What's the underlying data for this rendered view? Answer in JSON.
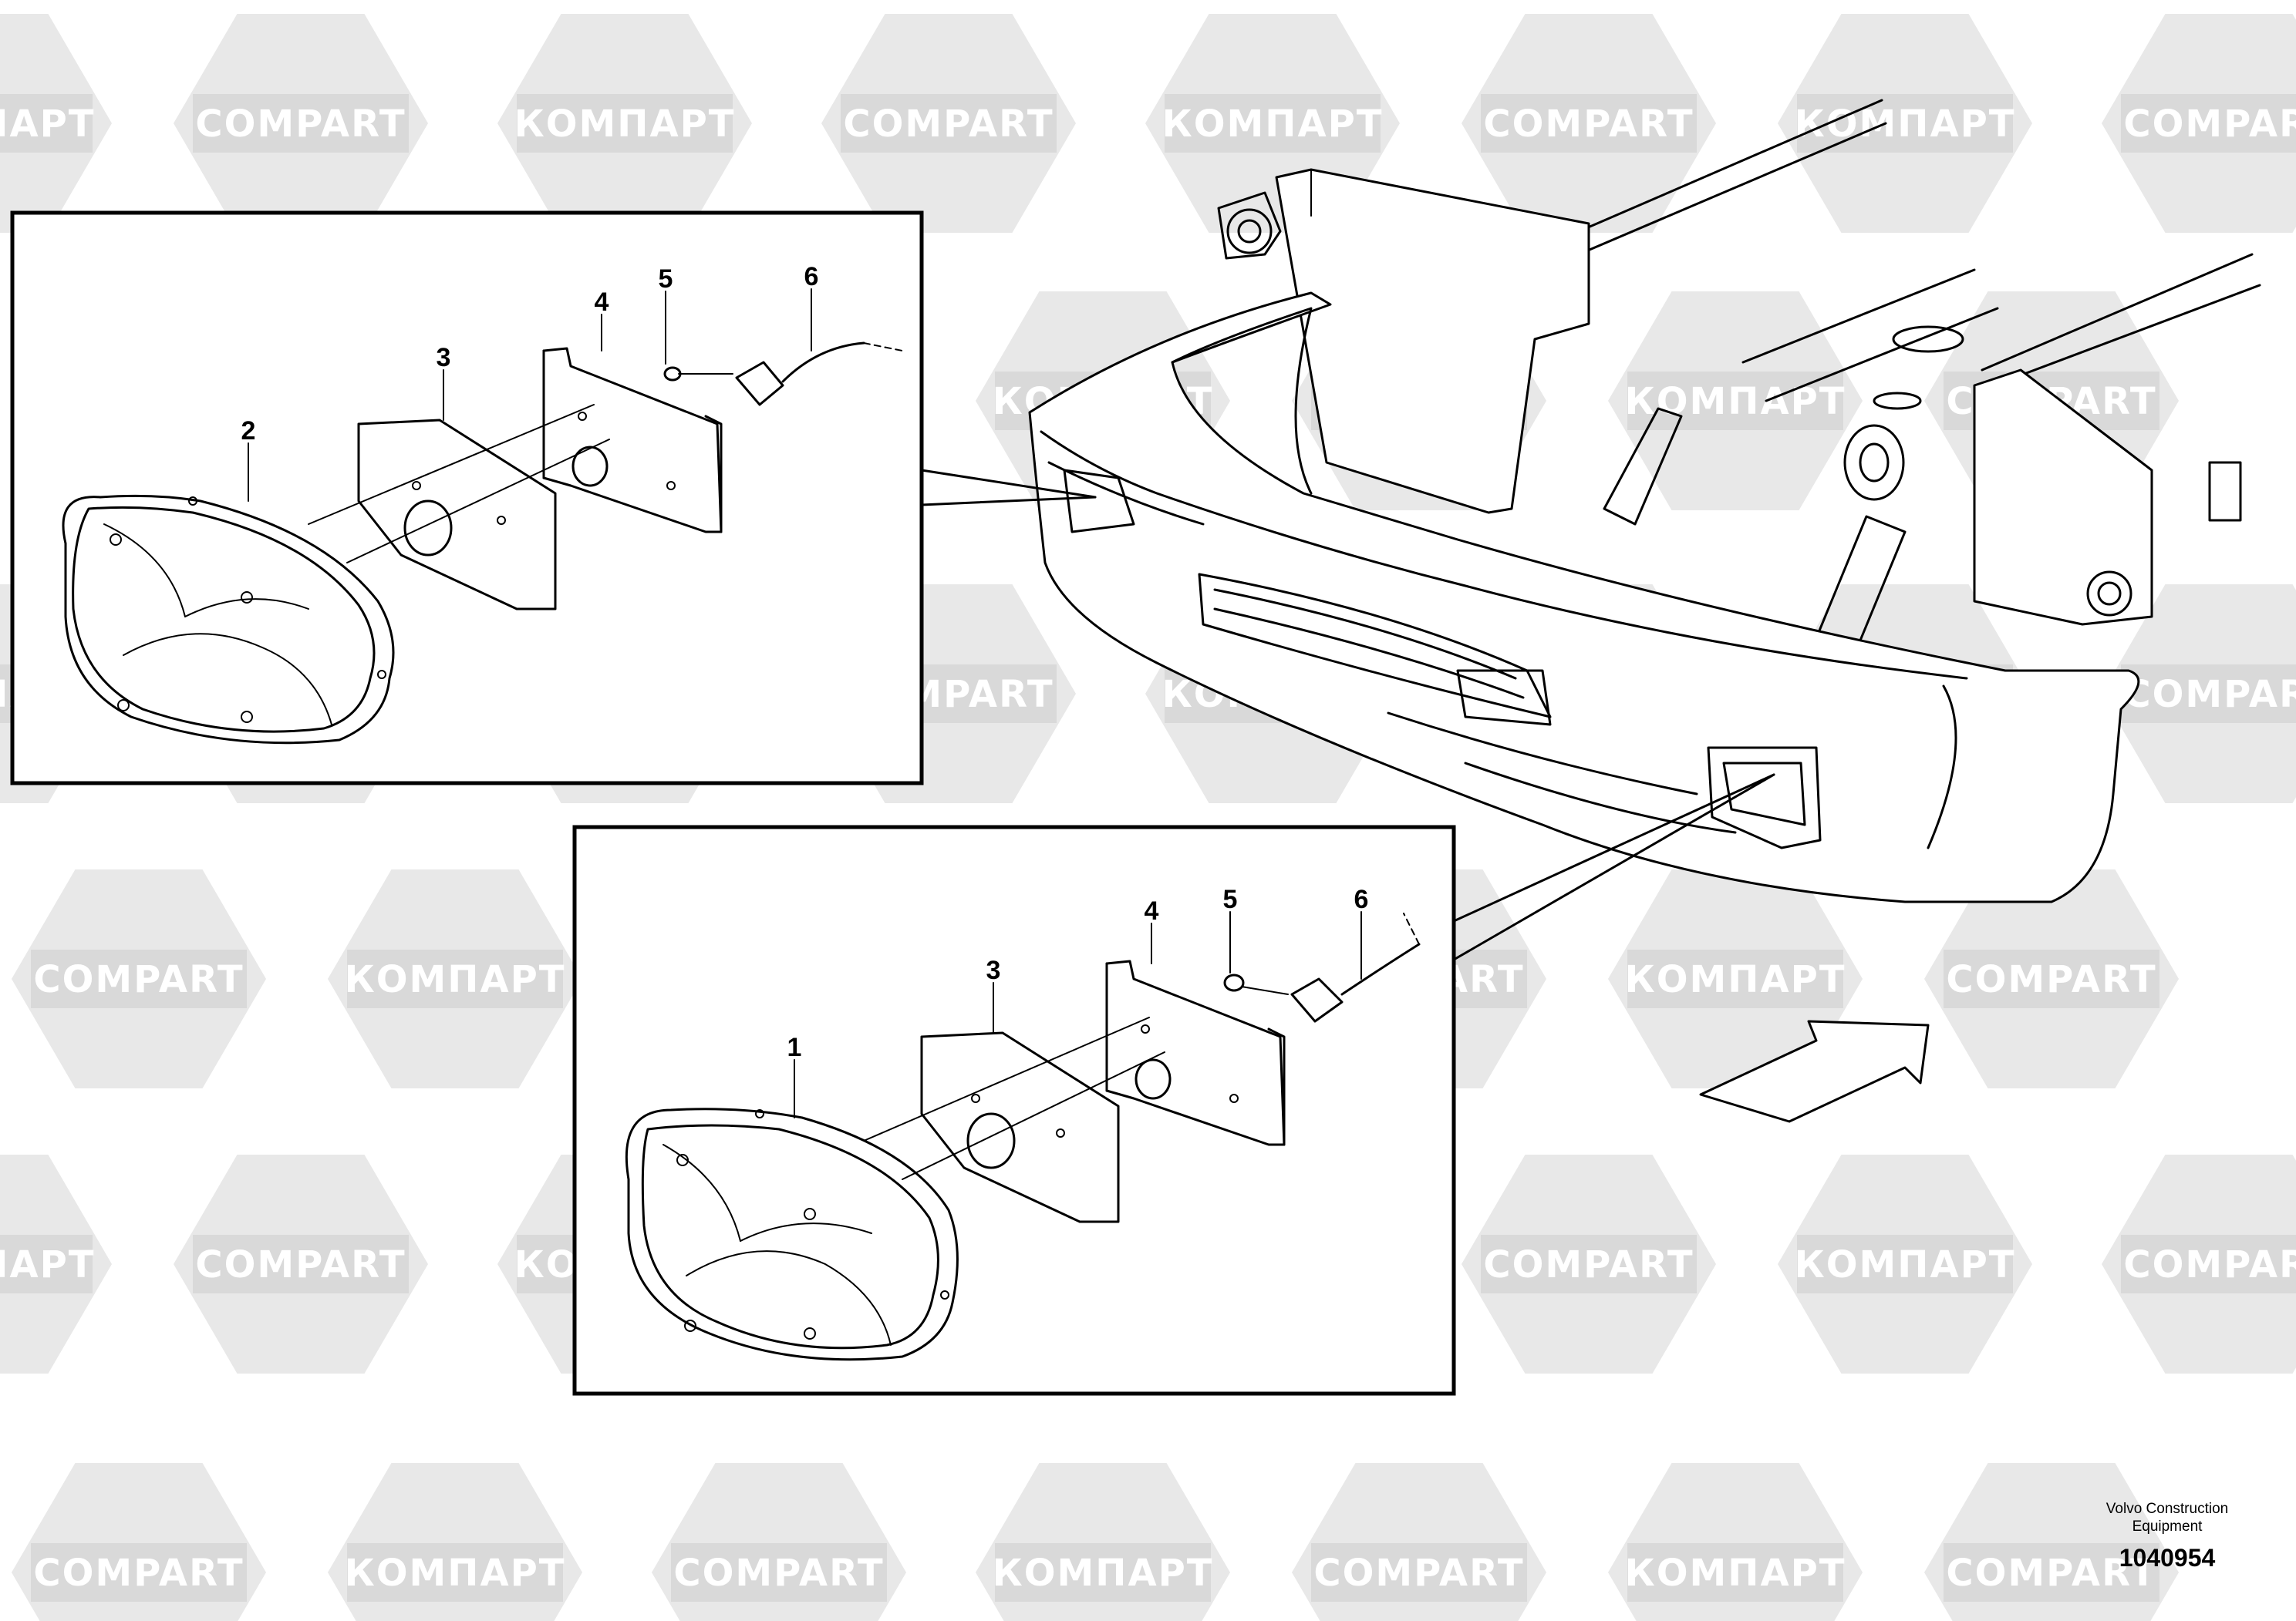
{
  "watermark": {
    "text_latin": "COMPART",
    "text_cyrillic": "КОМПАРТ",
    "color": "#e8e8e8"
  },
  "callouts": {
    "upper": [
      "2",
      "3",
      "4",
      "5",
      "6"
    ],
    "lower": [
      "1",
      "3",
      "4",
      "5",
      "6"
    ]
  },
  "footer": {
    "brand_line1": "Volvo Construction",
    "brand_line2": "Equipment",
    "doc_number": "1040954"
  }
}
